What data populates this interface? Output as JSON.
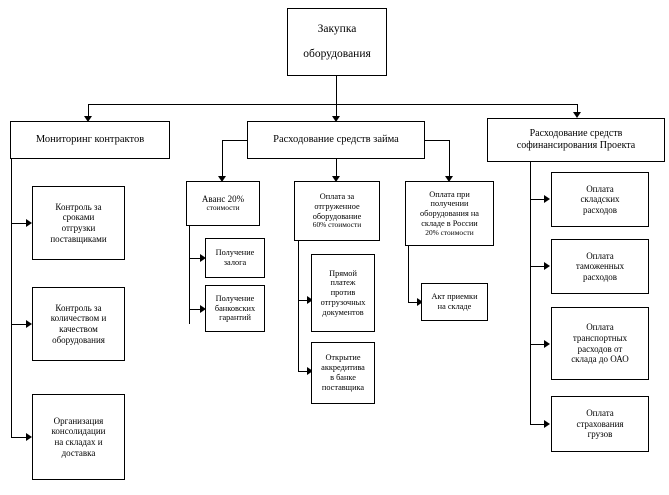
{
  "diagram": {
    "title": "Закупка оборудования",
    "type": "org-flowchart",
    "root": {
      "id": "root",
      "lines": [
        "Закупка",
        "оборудования"
      ]
    },
    "level2": [
      {
        "id": "monitoring",
        "lines": [
          "Мониторинг контрактов"
        ]
      },
      {
        "id": "loan-funds",
        "lines": [
          "Расходование средств займа"
        ]
      },
      {
        "id": "cofinancing",
        "lines": [
          "Расходование средств",
          "софинансирования Проекта"
        ]
      }
    ],
    "monitoring_children": [
      {
        "id": "control-terms",
        "lines": [
          "Контроль за",
          "сроками",
          "отгрузки",
          "поставщиками"
        ]
      },
      {
        "id": "control-quality",
        "lines": [
          "Контроль за",
          "количеством и",
          "качеством",
          "оборудования"
        ]
      },
      {
        "id": "consolidation",
        "lines": [
          "Организация",
          "консолидации",
          "на складах и",
          "доставка"
        ]
      }
    ],
    "loan_children": [
      {
        "id": "advance",
        "lines": [
          "Аванс 20%",
          "стоимости"
        ],
        "children": [
          {
            "id": "pledge",
            "lines": [
              "Получение",
              "залога"
            ]
          },
          {
            "id": "bank-guarantee",
            "lines": [
              "Получение",
              "банковских",
              "гарантий"
            ]
          }
        ]
      },
      {
        "id": "shipped-payment",
        "lines": [
          "Оплата за",
          "отгруженное",
          "оборудование",
          "60% стоимости"
        ],
        "children": [
          {
            "id": "direct-payment",
            "lines": [
              "Прямой",
              "платеж",
              "против",
              "отгрузочных",
              "документов"
            ]
          },
          {
            "id": "letter-of-credit",
            "lines": [
              "Открытие",
              "аккредитива",
              "в банке",
              "поставщика"
            ]
          }
        ]
      },
      {
        "id": "receipt-payment",
        "lines": [
          "Оплата при",
          "получении",
          "оборудования на",
          "складе в России",
          "20% стоимости"
        ],
        "children": [
          {
            "id": "acceptance-act",
            "lines": [
              "Акт приемки",
              "на складе"
            ]
          }
        ]
      }
    ],
    "cofinancing_children": [
      {
        "id": "warehouse-costs",
        "lines": [
          "Оплата",
          "складских",
          "расходов"
        ]
      },
      {
        "id": "customs-costs",
        "lines": [
          "Оплата",
          "таможенных",
          "расходов"
        ]
      },
      {
        "id": "transport-costs",
        "lines": [
          "Оплата",
          "транспортных",
          "расходов от",
          "склада до ОАО"
        ]
      },
      {
        "id": "cargo-insurance",
        "lines": [
          "Оплата",
          "страхования",
          "грузов"
        ]
      }
    ],
    "colors": {
      "line": "#000000",
      "box_border": "#000000",
      "background": "#ffffff"
    }
  }
}
